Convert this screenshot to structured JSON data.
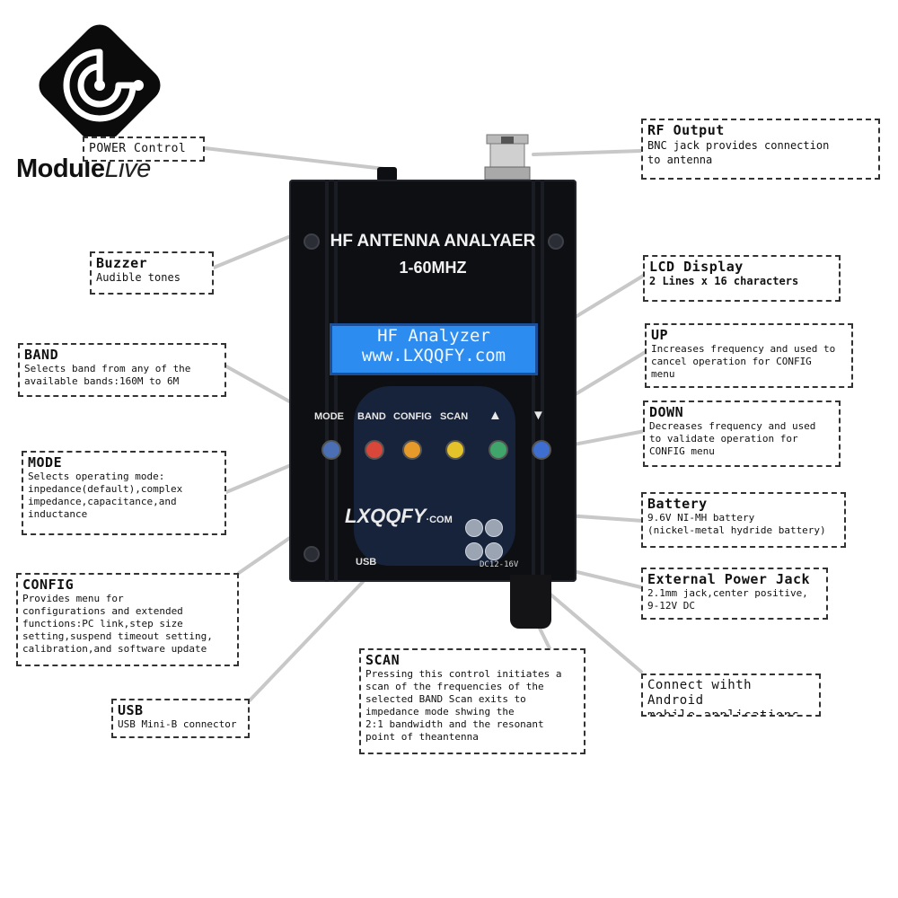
{
  "brand": {
    "name_main": "Module",
    "name_script": "Live"
  },
  "device": {
    "title": "HF ANTENNA ANALYAER",
    "range": "1-60MHZ",
    "lcd_line1": "HF  Analyzer",
    "lcd_line2": "www.LXQQFY.com",
    "button_labels": [
      "MODE",
      "BAND",
      "CONFIG",
      "SCAN",
      "▲",
      "▼"
    ],
    "brand_mark": "LXQQFY",
    "brand_suffix": "·COM",
    "usb_label": "USB",
    "jack_label": "DC12-16V"
  },
  "callouts": {
    "power": {
      "title": "POWER Control"
    },
    "rf": {
      "title": "RF Output",
      "desc": "BNC jack provides connection\nto antenna"
    },
    "buzzer": {
      "title": "Buzzer",
      "desc": "Audible tones"
    },
    "lcd": {
      "title": "LCD Display",
      "desc": "2 Lines x 16 characters"
    },
    "band": {
      "title": "BAND",
      "desc": "Selects band from any of the\navailable bands:160M to 6M"
    },
    "up": {
      "title": "UP",
      "desc": "Increases frequency and used to\ncancel operation for CONFIG\nmenu"
    },
    "down": {
      "title": "DOWN",
      "desc": "Decreases frequency and used\nto validate operation for\nCONFIG menu"
    },
    "mode": {
      "title": "MODE",
      "desc": "Selects operating mode:\ninpedance(default),complex\nimpedance,capacitance,and\ninductance"
    },
    "battery": {
      "title": "Battery",
      "desc": "9.6V NI-MH battery\n(nickel-metal hydride battery)"
    },
    "config": {
      "title": "CONFIG",
      "desc": "Provides menu for\nconfigurations and extended\nfunctions:PC link,step size\nsetting,suspend timeout setting,\ncalibration,and software update"
    },
    "power_jack": {
      "title": "External Power Jack",
      "desc": "2.1mm jack,center positive,\n9-12V DC"
    },
    "scan": {
      "title": "SCAN",
      "desc": "Pressing this control initiates a\nscan of the frequencies of the\nselected BAND Scan exits to\nimpedance mode shwing the\n2:1 bandwidth and the resonant\npoint of theantenna"
    },
    "usb": {
      "title": "USB",
      "desc": "USB Mini-B connector"
    },
    "android": {
      "title": "Connect wihth Android\nmobile applications"
    }
  },
  "colors": {
    "lcd_bg": "#2d8cf0",
    "led_mode": "#4b6fb5",
    "led_band": "#d9473a",
    "led_config": "#e59a2a",
    "led_scan": "#e4c22a",
    "led_up": "#3fa56a",
    "led_down": "#3e6fd0"
  }
}
